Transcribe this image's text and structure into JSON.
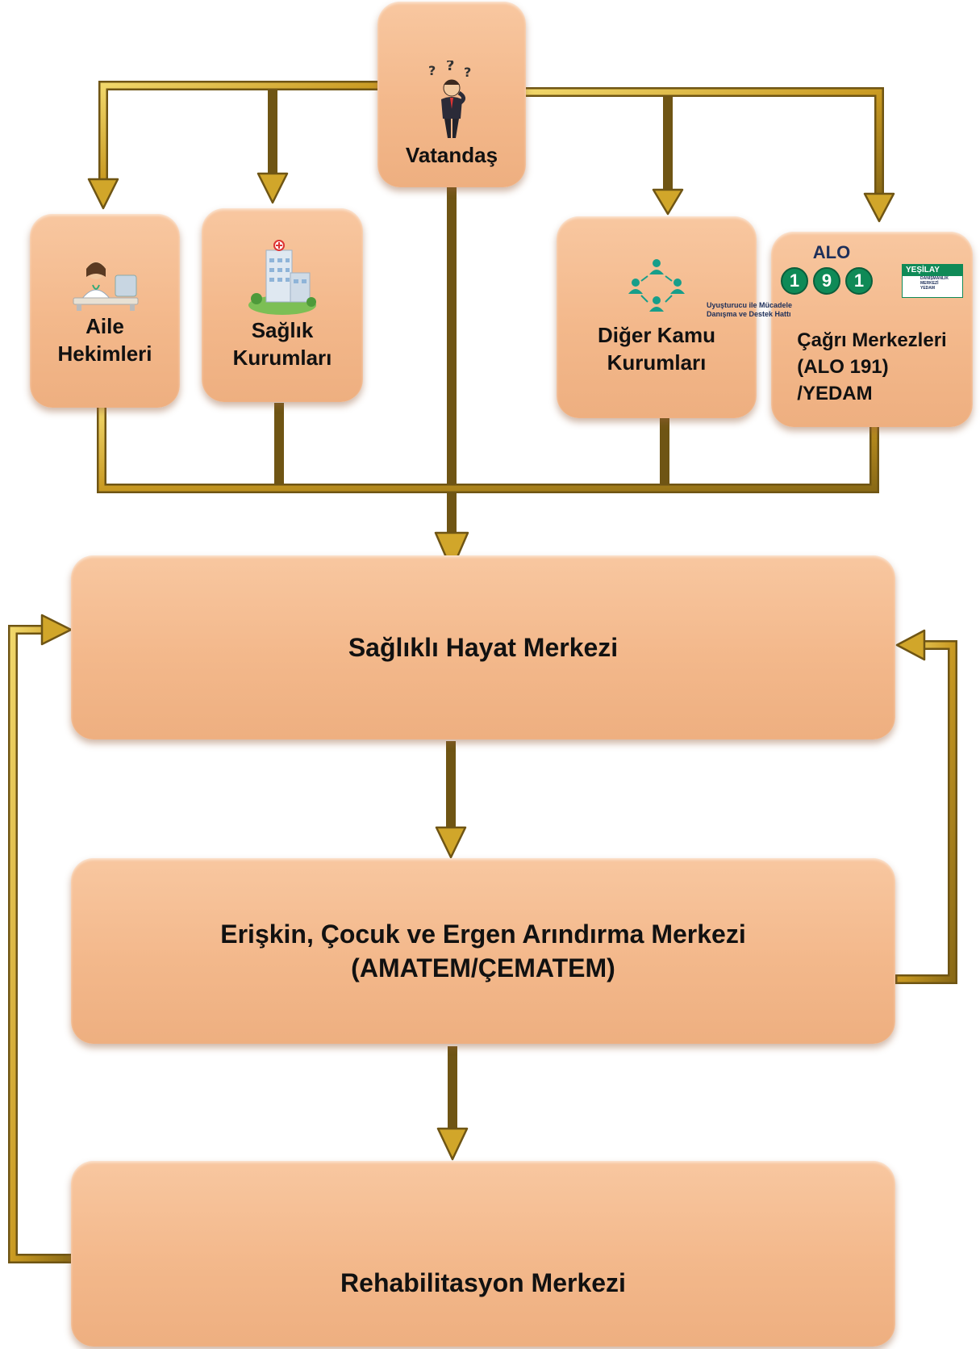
{
  "nodes": {
    "vatandas": "Vatandaş",
    "aile": [
      "Aile",
      "Hekimleri"
    ],
    "saglik": [
      "Sağlık",
      "Kurumları"
    ],
    "diger": [
      "Diğer Kamu",
      "Kurumları"
    ],
    "cagri": [
      "Çağrı Merkezleri",
      "(ALO 191)",
      "/YEDAM"
    ],
    "shm": "Sağlıklı Hayat Merkezi",
    "arindirma": [
      "Erişkin, Çocuk ve Ergen Arındırma Merkezi",
      "(AMATEM/ÇEMATEM)"
    ],
    "rehab": "Rehabilitasyon Merkezi"
  },
  "alo_logo": {
    "title": "ALO",
    "digits": [
      "1",
      "9",
      "1"
    ],
    "tagline": [
      "Uyuşturucu ile Mücadele",
      "Danışma ve Destek Hattı"
    ],
    "yesilay": "YEŞİLAY",
    "yesilay_sub": [
      "DANIŞMANLIK",
      "MERKEZİ",
      "YEDAM"
    ]
  },
  "question_marks": "? ? ?",
  "colors": {
    "box_fill": "#f3b88b",
    "wire_gold": "#d6ad2d",
    "wire_dark": "#6f5514",
    "alo_green": "#0f8a57"
  },
  "icons": [
    "thinking-person-icon",
    "doctor-desk-icon",
    "hospital-building-icon",
    "people-network-icon",
    "alo-191-logo",
    "yesilay-logo"
  ]
}
